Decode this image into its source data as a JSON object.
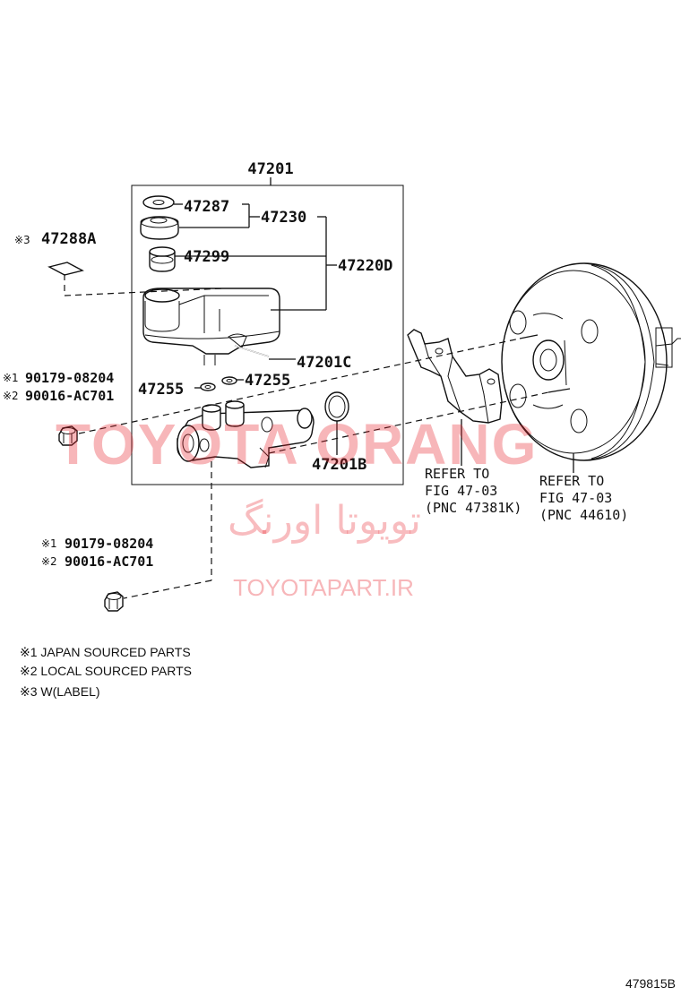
{
  "assembly_number": "47201",
  "parts": {
    "cap_gasket": "47287",
    "cap_assy": "47230",
    "strainer": "47299",
    "reservoir_assy": "47220D",
    "label": "47288A",
    "pin": "47201C",
    "grommet_left": "47255",
    "grommet_right": "47255",
    "o_ring": "47201B",
    "nut_upper_1": "90179-08204",
    "nut_upper_2": "90016-AC701",
    "nut_lower_1": "90179-08204",
    "nut_lower_2": "90016-AC701"
  },
  "markers": {
    "m1": "※1",
    "m2": "※2",
    "m3": "※3"
  },
  "references": {
    "bracket": {
      "line1": "REFER TO",
      "line2": "FIG 47-03",
      "line3": "(PNC 47381K)"
    },
    "booster": {
      "line1": "REFER TO",
      "line2": "FIG 47-03",
      "line3": "(PNC 44610)"
    }
  },
  "notes": [
    "※1 JAPAN SOURCED PARTS",
    "※2 LOCAL SOURCED PARTS",
    "※3 W(LABEL)"
  ],
  "watermark": {
    "latin": "TOYOTA ORANG",
    "persian": "تویوتا اورنگ",
    "site": "TOYOTAPART.IR",
    "color": "#e8202a"
  },
  "figure_code": "479815B"
}
